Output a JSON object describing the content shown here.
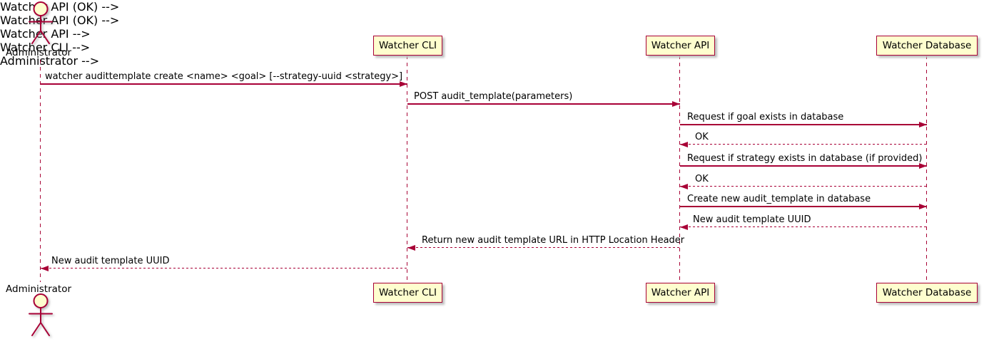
{
  "diagram": {
    "type": "sequence",
    "actor": {
      "label": "Administrator"
    },
    "participants": [
      {
        "label": "Watcher CLI"
      },
      {
        "label": "Watcher API"
      },
      {
        "label": "Watcher Database"
      }
    ],
    "messages": [
      {
        "from": "Administrator",
        "to": "Watcher CLI",
        "style": "solid",
        "label": "watcher audittemplate create <name> <goal> [--strategy-uuid <strategy>]"
      },
      {
        "from": "Watcher CLI",
        "to": "Watcher API",
        "style": "solid",
        "label": "POST audit_template(parameters)"
      },
      {
        "from": "Watcher API",
        "to": "Watcher Database",
        "style": "solid",
        "label": "Request if goal exists in database"
      },
      {
        "from": "Watcher Database",
        "to": "Watcher API",
        "style": "dashed",
        "label": "OK"
      },
      {
        "from": "Watcher API",
        "to": "Watcher Database",
        "style": "solid",
        "label": "Request if strategy exists in database (if provided)"
      },
      {
        "from": "Watcher Database",
        "to": "Watcher API",
        "style": "dashed",
        "label": "OK"
      },
      {
        "from": "Watcher API",
        "to": "Watcher Database",
        "style": "solid",
        "label": "Create new audit_template in database"
      },
      {
        "from": "Watcher Database",
        "to": "Watcher API",
        "style": "dashed",
        "label": "New audit template UUID"
      },
      {
        "from": "Watcher API",
        "to": "Watcher CLI",
        "style": "dashed",
        "label": "Return new audit template URL in HTTP Location Header"
      },
      {
        "from": "Watcher CLI",
        "to": "Administrator",
        "style": "dashed",
        "label": "New audit template UUID"
      }
    ],
    "colors": {
      "line": "#A80036",
      "participant_fill": "#FEFECE",
      "text": "#000000",
      "background": "#FFFFFF"
    }
  }
}
